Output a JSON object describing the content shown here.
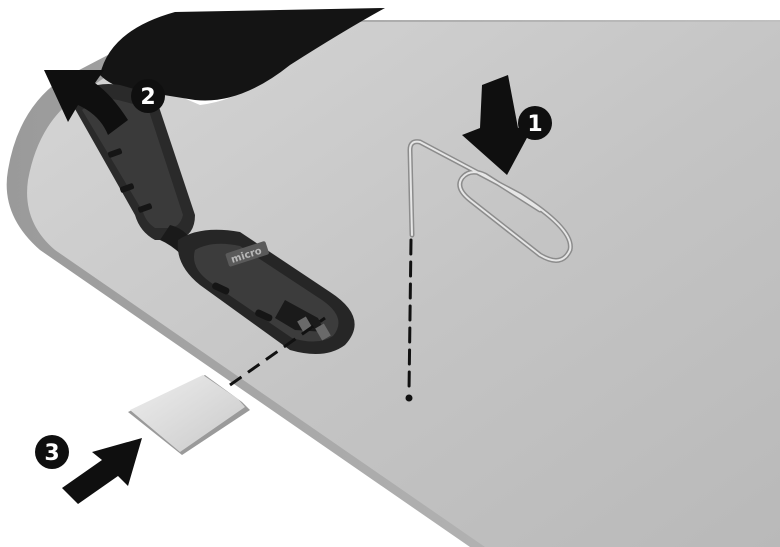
{
  "steps": [
    {
      "number": "1",
      "action": "insert-pin-push"
    },
    {
      "number": "2",
      "action": "open-cover"
    },
    {
      "number": "3",
      "action": "insert-card"
    }
  ],
  "slot_label": "micro",
  "colors": {
    "tablet_body": "#c9c9c9",
    "tablet_edge": "#a3a3a3",
    "screen": "#141414",
    "arrow": "#0f0f0f",
    "badge_fill": "#0f0f0f",
    "badge_text": "#ffffff",
    "card": "#dcdcdc",
    "paperclip": "#b5b5b5"
  },
  "icons": [
    "down-arrow-icon",
    "curved-arrow-icon",
    "right-arrow-icon",
    "paperclip-icon",
    "sim-card-icon"
  ]
}
